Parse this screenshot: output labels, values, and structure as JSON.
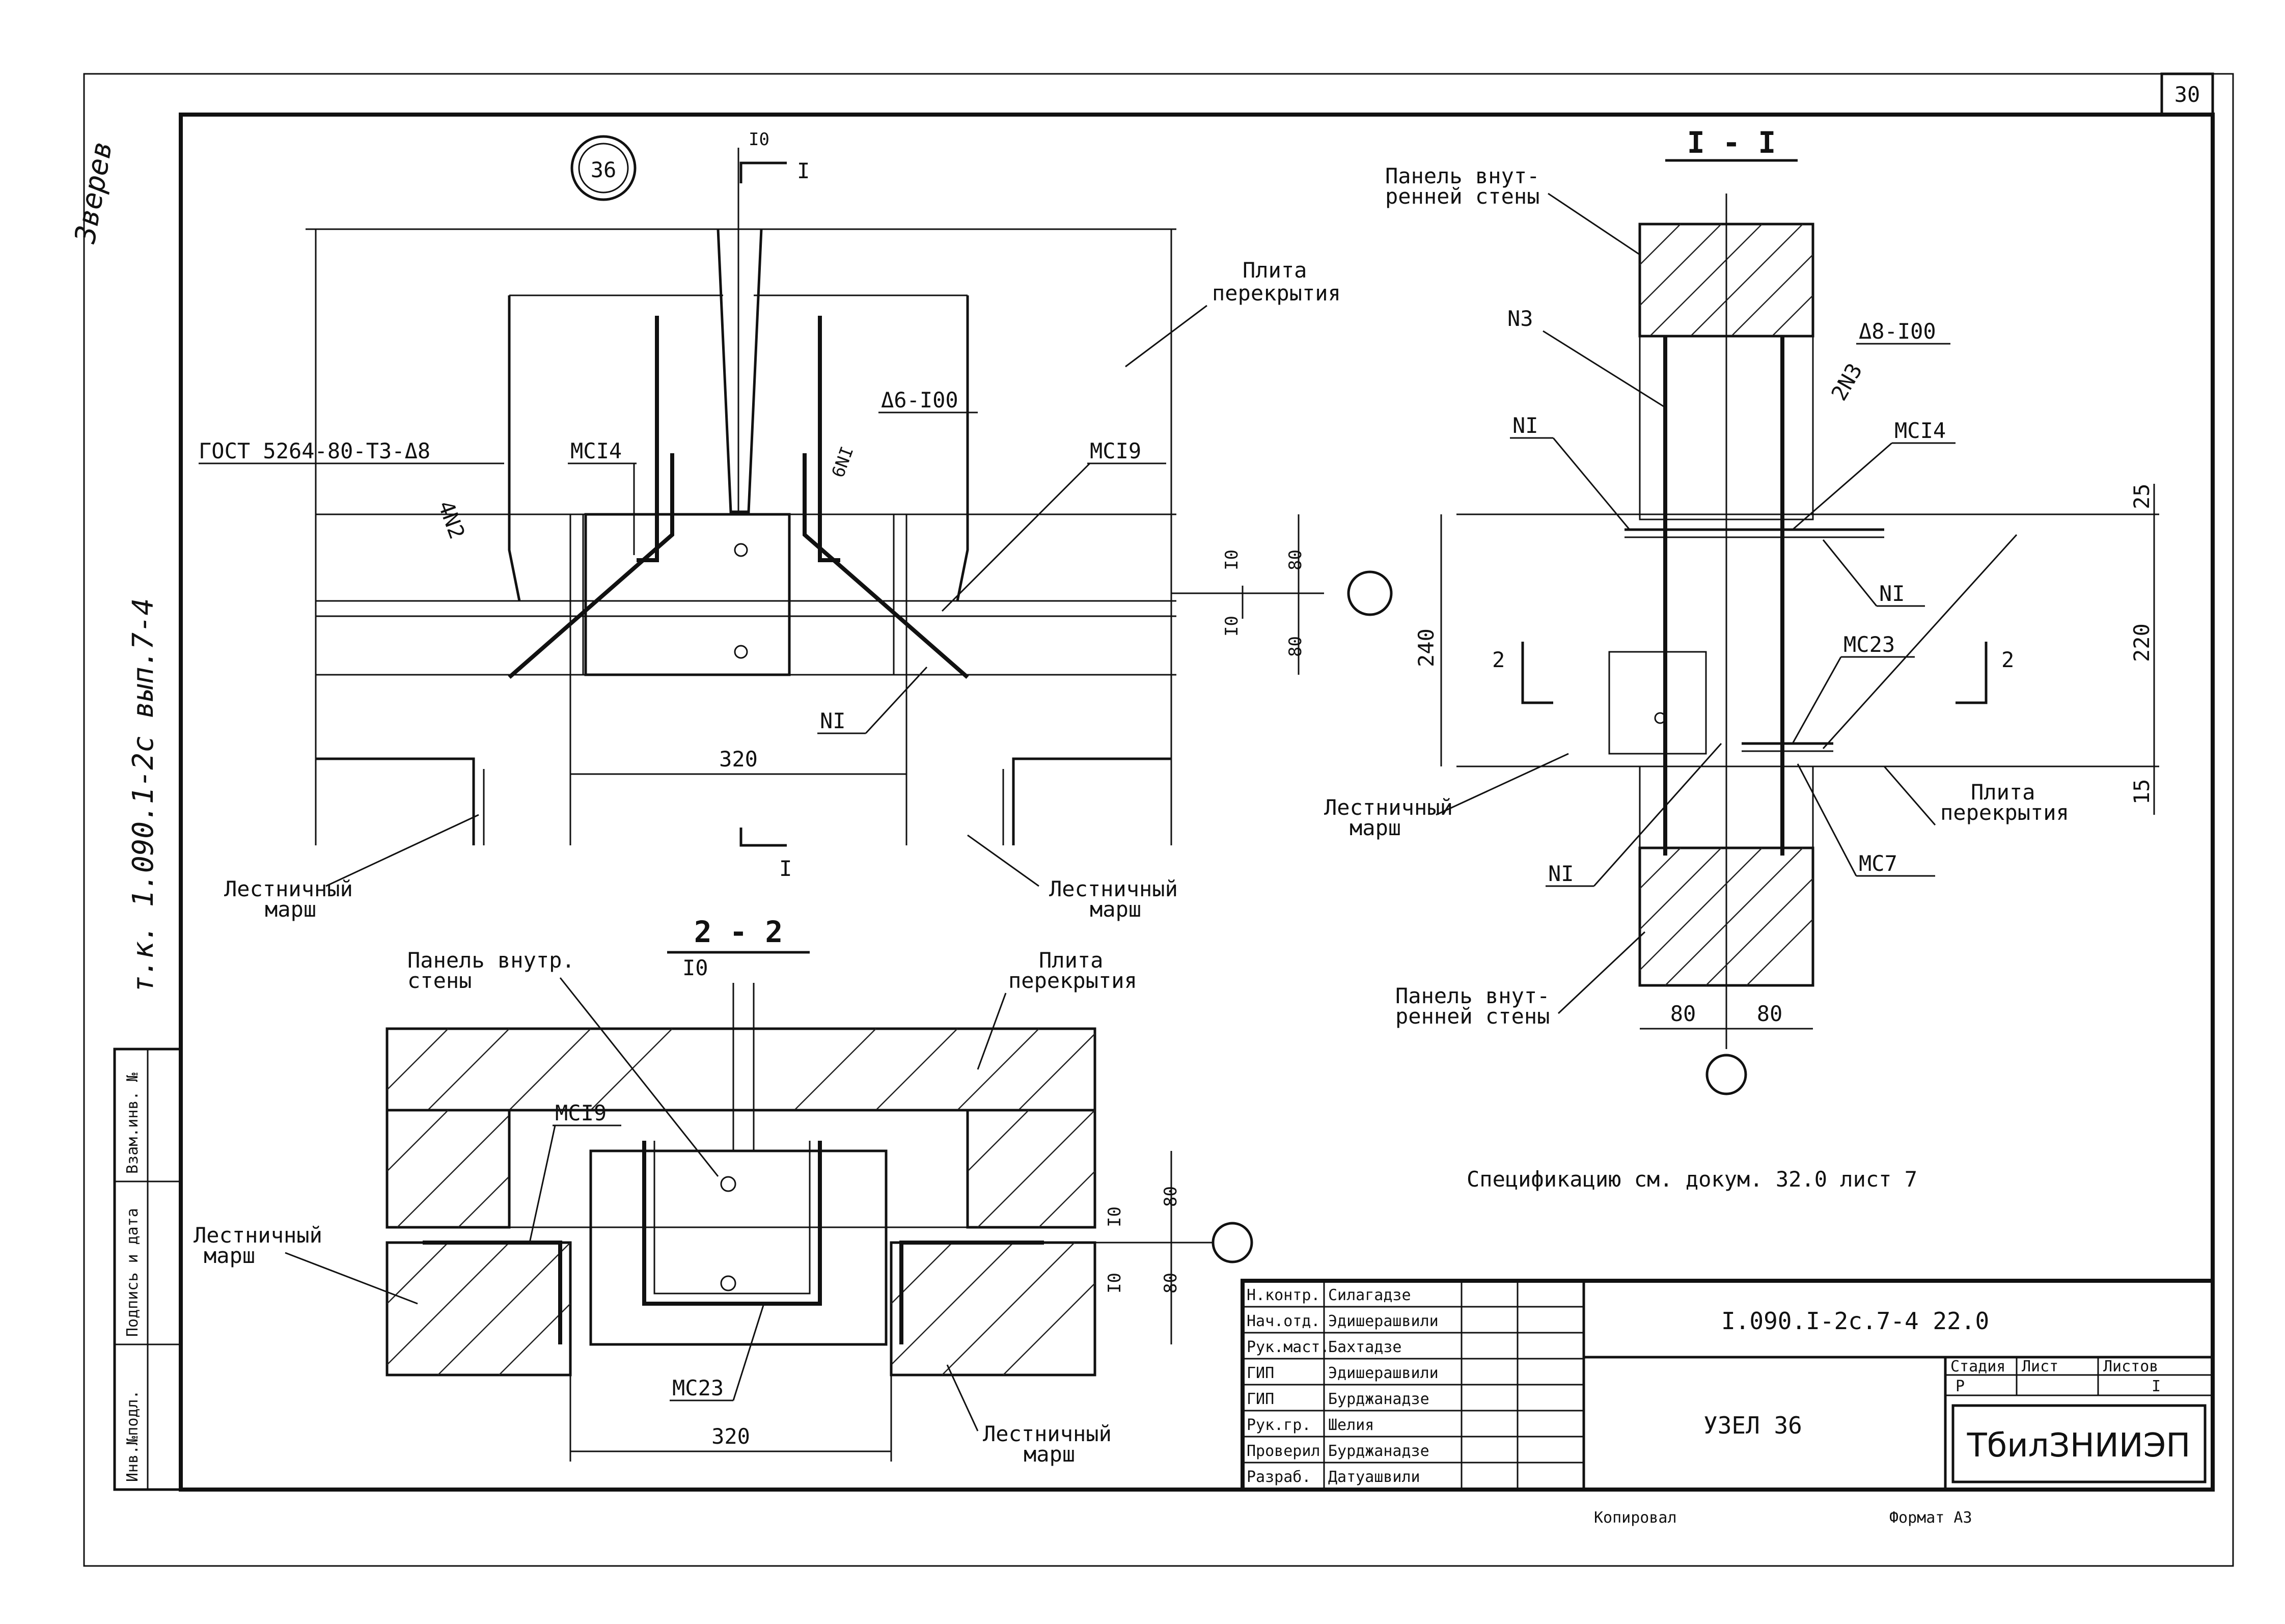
{
  "sheet": {
    "number": "30",
    "series_side": "т.к. 1.090.1-2с  вып.7-4",
    "signature_corner": "Зверев"
  },
  "node_marker": "36",
  "main_view": {
    "top_dim": "I0",
    "section_mark": "I",
    "gost_note": "ГОСТ 5264-80-ТЗ-Δ8",
    "mc14": "МСI4",
    "mc19": "МСI9",
    "n2": "4N2",
    "n1": "NI",
    "n6": "6NI",
    "weld": "Δ6-I00",
    "slab": [
      "Плита",
      "перекрытия"
    ],
    "stair_left": [
      "Лестничный",
      "марш"
    ],
    "stair_right": [
      "Лестничный",
      "марш"
    ],
    "dim_width": "320",
    "dim_10a": "I0",
    "dim_10b": "I0",
    "dim_80a": "80",
    "dim_80b": "80"
  },
  "section_1_1": {
    "title": "I - I",
    "panel_top": [
      "Панель внут-",
      "ренней стены"
    ],
    "panel_bottom": [
      "Панель внут-",
      "ренней стены"
    ],
    "n3": "N3",
    "n3b": "2N3",
    "weld": "Δ8-I00",
    "n1a": "NI",
    "n1b": "NI",
    "n1c": "NI",
    "mc14": "МСI4",
    "mc23": "МС23",
    "mc7": "МС7",
    "stair": [
      "Лестничный",
      "марш"
    ],
    "slab": [
      "Плита",
      "перекрытия"
    ],
    "dim_240": "240",
    "dim_25": "25",
    "dim_220": "220",
    "dim_15": "15",
    "dim_80a": "80",
    "dim_80b": "80",
    "mark_2a": "2",
    "mark_2b": "2"
  },
  "section_2_2": {
    "title": "2 - 2",
    "panel": [
      "Панель внутр.",
      "стены"
    ],
    "slab": [
      "Плита",
      "перекрытия"
    ],
    "mc19": "МСI9",
    "mc23": "МС23",
    "stair_left": [
      "Лестничный",
      "марш"
    ],
    "stair_right": [
      "Лестничный",
      "марш"
    ],
    "dim_10": "I0",
    "dim_320": "320",
    "dim_80a": "80",
    "dim_80b": "80",
    "dim_10b": "I0",
    "dim_10c": "I0"
  },
  "spec_note": "Спецификацию см. докум. 32.0 лист 7",
  "title_block": {
    "doc_code": "I.090.I-2с.7-4   22.0",
    "roles": [
      {
        "role": "Н.контр.",
        "name": "Силагадзе"
      },
      {
        "role": "Нач.отд.",
        "name": "Эдишерашвили"
      },
      {
        "role": "Рук.маст.",
        "name": "Бахтадзе"
      },
      {
        "role": "ГИП",
        "name": "Эдишерашвили"
      },
      {
        "role": "ГИП",
        "name": "Бурджанадзе"
      },
      {
        "role": "Рук.гр.",
        "name": "Шелия"
      },
      {
        "role": "Проверил",
        "name": "Бурджанадзе"
      },
      {
        "role": "Разраб.",
        "name": "Датуашвили"
      }
    ],
    "node_title": "УЗЕЛ 36",
    "stage_header": "Стадия",
    "sheet_header": "Лист",
    "sheets_header": "Листов",
    "stage": "Р",
    "sheets": "I",
    "organization": "ТбилЗНИИЭП"
  },
  "side_stamp": [
    "Инв.№подл.",
    "Подпись и дата",
    "Взам.инв. №"
  ],
  "footer": {
    "copied": "Копировал",
    "format": "Формат А3"
  }
}
